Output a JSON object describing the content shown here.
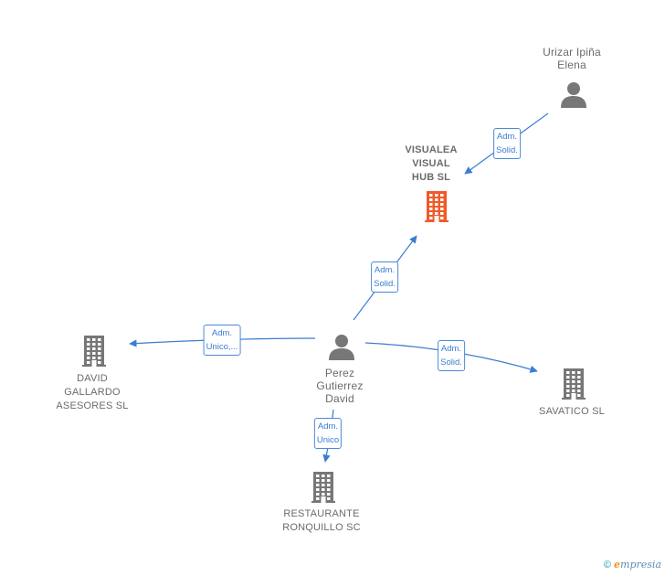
{
  "colors": {
    "edge": "#3b7dd0",
    "company": "#777777",
    "main_company": "#f05a28",
    "person": "#777777"
  },
  "nodes": [
    {
      "id": "visualea",
      "type": "company",
      "main": true,
      "label": "VISUALEA\nVISUAL\nHUB  SL"
    },
    {
      "id": "urizar",
      "type": "person",
      "label": "Urizar Ipiña\nElena"
    },
    {
      "id": "perez",
      "type": "person",
      "label": "Perez\nGutierrez\nDavid"
    },
    {
      "id": "david_gallardo",
      "type": "company",
      "label": "DAVID\nGALLARDO\nASESORES SL"
    },
    {
      "id": "savatico",
      "type": "company",
      "label": "SAVATICO  SL"
    },
    {
      "id": "restaurante",
      "type": "company",
      "label": "RESTAURANTE\nRONQUILLO SC"
    }
  ],
  "edges": [
    {
      "id": "e1",
      "from": "urizar",
      "to": "visualea",
      "label": "Adm.\nSolid."
    },
    {
      "id": "e2",
      "from": "perez",
      "to": "visualea",
      "label": "Adm.\nSolid."
    },
    {
      "id": "e3",
      "from": "perez",
      "to": "david_gallardo",
      "label": "Adm.\nUnico,..."
    },
    {
      "id": "e4",
      "from": "perez",
      "to": "savatico",
      "label": "Adm.\nSolid."
    },
    {
      "id": "e5",
      "from": "perez",
      "to": "restaurante",
      "label": "Adm.\nUnico"
    }
  ],
  "footer": {
    "copyright": "©",
    "brand_first": "e",
    "brand_rest": "mpresia"
  }
}
